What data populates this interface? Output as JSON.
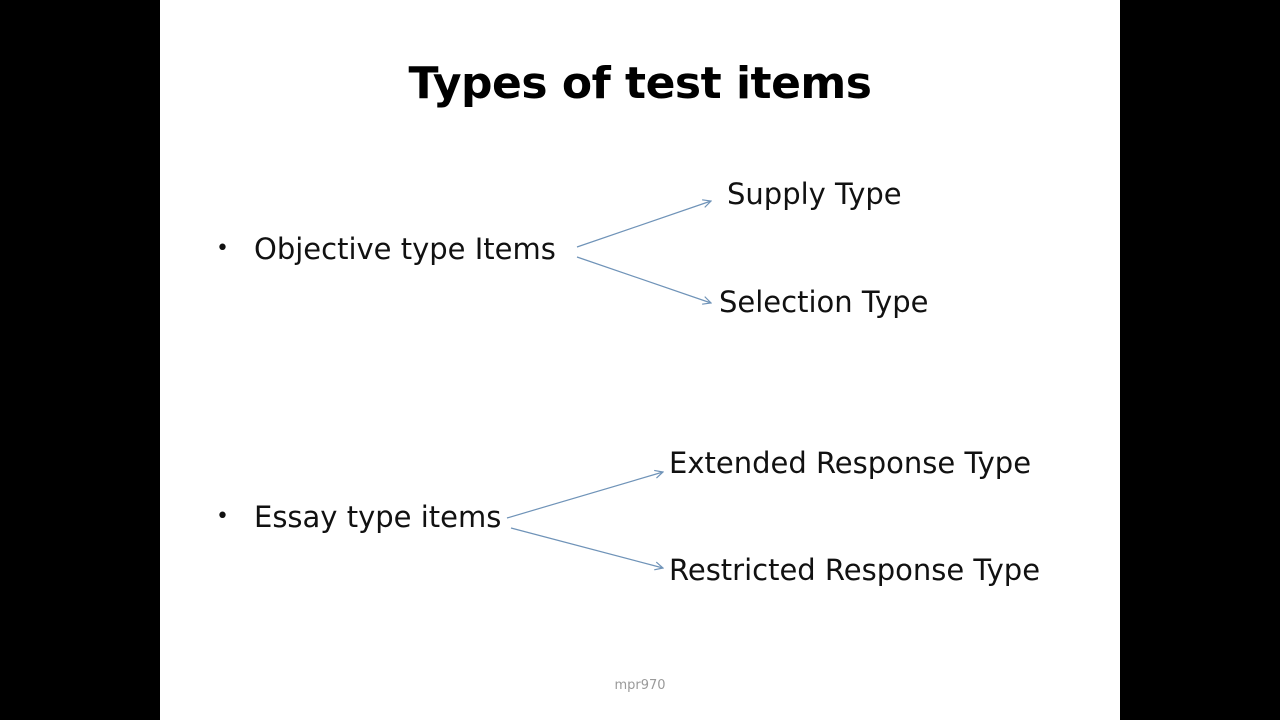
{
  "slide": {
    "title": "Types of test items",
    "bullets": [
      {
        "label": "Objective type Items",
        "branches": [
          "Supply Type",
          "Selection Type"
        ]
      },
      {
        "label": "Essay type items",
        "branches": [
          "Extended Response Type",
          "Restricted Response Type"
        ]
      }
    ],
    "bullet_glyph": "•",
    "footer": "mpr970",
    "arrow_color": "#6f93b8"
  }
}
